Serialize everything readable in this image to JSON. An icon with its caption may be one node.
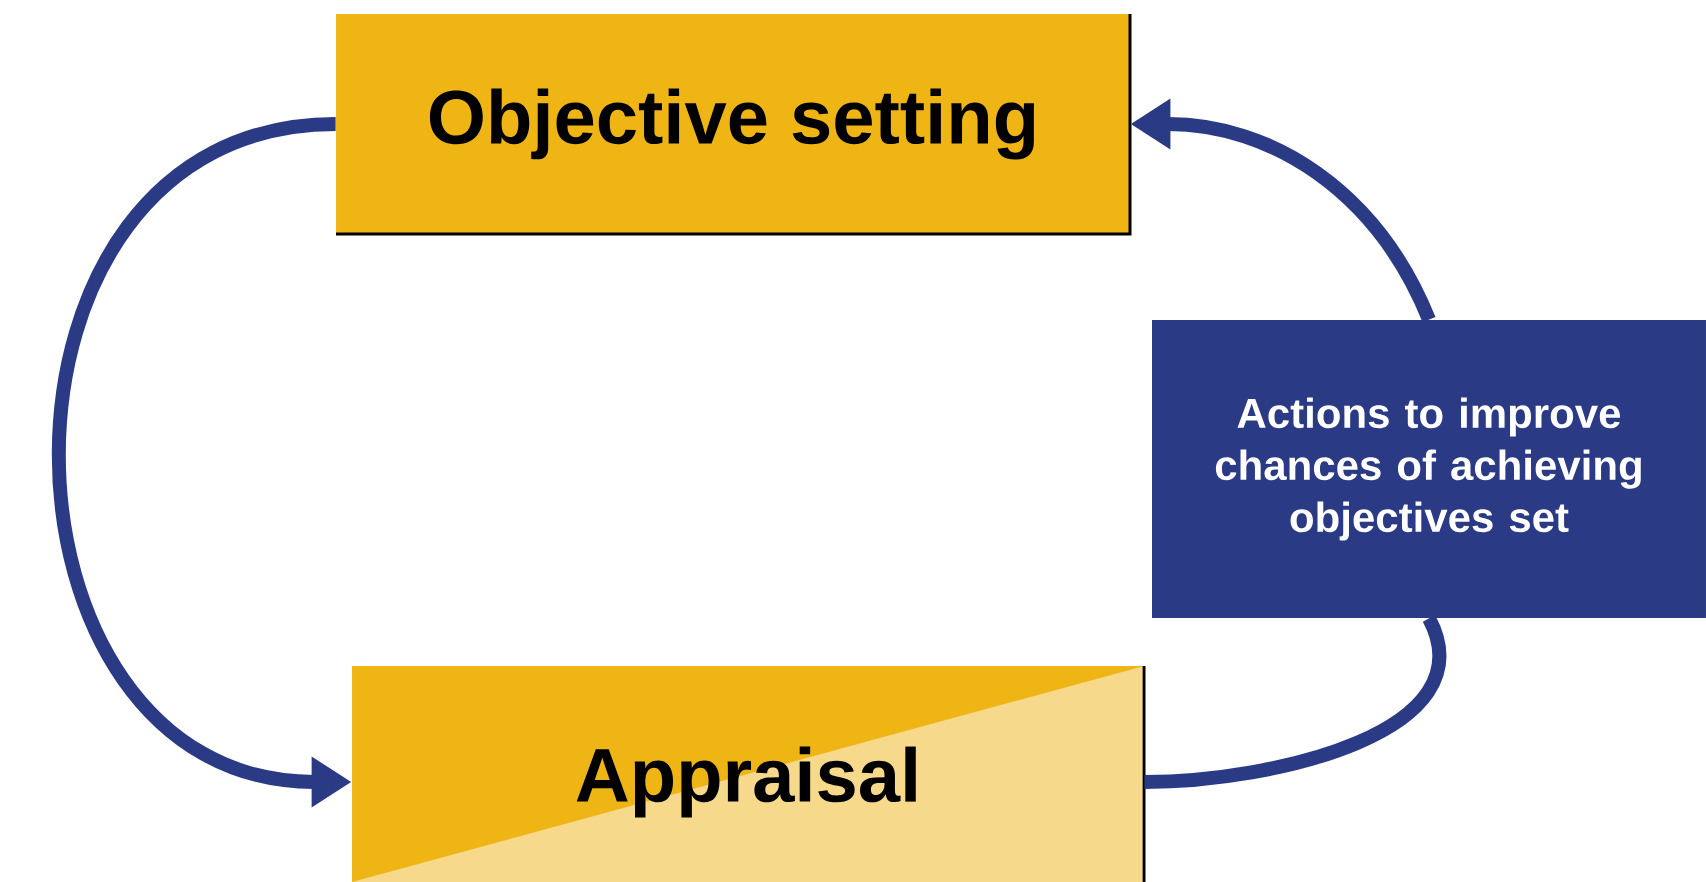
{
  "diagram": {
    "nodes": [
      {
        "text": [
          "Objective setting"
        ]
      },
      {
        "text": [
          "Appraisal"
        ]
      },
      {
        "text": [
          "Actions to improve chances of achieving objectives set"
        ]
      }
    ],
    "edges": [
      {
        "from": 0,
        "to": 1,
        "arrow": "to"
      },
      {
        "from": 1,
        "to": 2,
        "arrow": "none"
      },
      {
        "from": 2,
        "to": 0,
        "arrow": "to"
      }
    ]
  }
}
